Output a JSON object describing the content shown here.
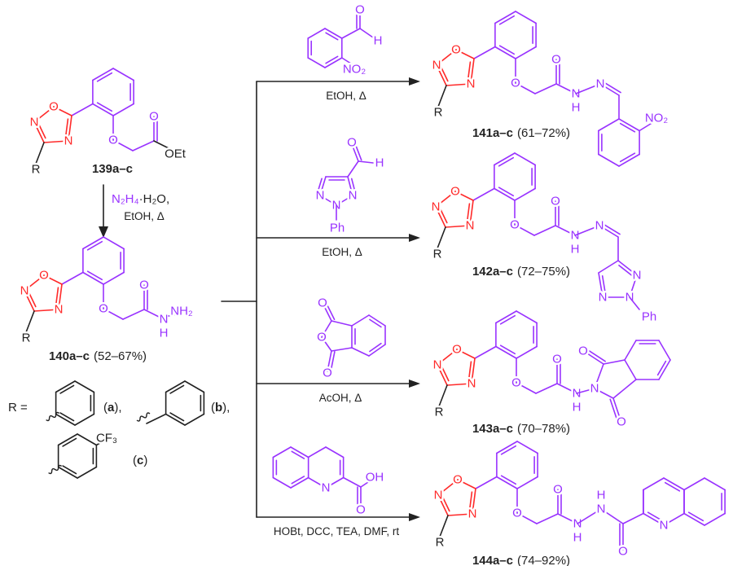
{
  "colors": {
    "ring": "#ff2a2a",
    "reagent": "#9933ff",
    "text": "#222222",
    "bond": "#222222"
  },
  "atoms": {
    "O": "O",
    "N": "N",
    "H": "H",
    "R": "R",
    "OEt": "OEt",
    "NH2": "NH₂",
    "NO2": "NO₂",
    "Ph": "Ph",
    "OH": "OH",
    "CF3": "CF₃"
  },
  "compounds": {
    "c139": {
      "name": "139a–c"
    },
    "c140": {
      "name": "140a–c",
      "yield": "(52–67%)"
    },
    "c141": {
      "name": "141a–c",
      "yield": "(61–72%)"
    },
    "c142": {
      "name": "142a–c",
      "yield": "(72–75%)"
    },
    "c143": {
      "name": "143a–c",
      "yield": "(70–78%)"
    },
    "c144": {
      "name": "144a–c",
      "yield": "(74–92%)"
    }
  },
  "step1": {
    "reagent": "N₂H₄",
    "reagent_rest": "·H₂O,",
    "conditions": "EtOH, Δ"
  },
  "routes": [
    {
      "conditions": "EtOH, Δ"
    },
    {
      "conditions": "EtOH, Δ"
    },
    {
      "conditions": "AcOH, Δ"
    },
    {
      "conditions": "HOBt, DCC, TEA, DMF, rt"
    }
  ],
  "r_groups": {
    "prefix": "R  =",
    "items": [
      {
        "open": "(",
        "letter": "a",
        "close": "),"
      },
      {
        "open": "(",
        "letter": "b",
        "close": "),"
      },
      {
        "open": "(",
        "letter": "c",
        "close": ")"
      }
    ]
  }
}
